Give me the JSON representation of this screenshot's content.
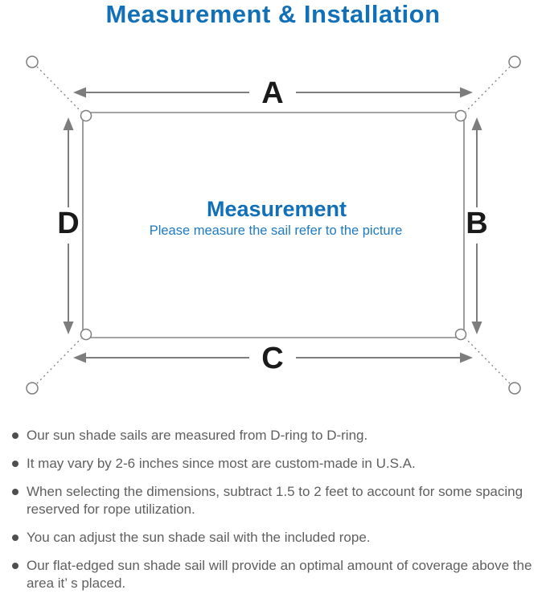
{
  "title": {
    "text": "Measurement & Installation",
    "color": "#1170b8"
  },
  "diagram": {
    "dimension_labels": {
      "top": "A",
      "right": "B",
      "bottom": "C",
      "left": "D"
    },
    "center": {
      "heading": "Measurement",
      "subheading": "Please measure the sail refer to the picture"
    },
    "colors": {
      "line_gray": "#7d7d7d",
      "label_text": "#1a1a1a",
      "heading_blue": "#1170b8",
      "subheading_blue": "#1e7ac2"
    }
  },
  "notes": {
    "text_color": "#5f5f5f",
    "items": [
      "Our sun shade sails are measured from D-ring to D-ring.",
      "It may vary by 2-6 inches since most are custom-made in U.S.A.",
      "When selecting the dimensions, subtract 1.5 to 2 feet to account for some spacing reserved for rope utilization.",
      "You can adjust the sun shade sail with the included rope.",
      "Our flat-edged sun shade sail will provide an optimal amount of coverage above the area it’ s placed."
    ]
  }
}
